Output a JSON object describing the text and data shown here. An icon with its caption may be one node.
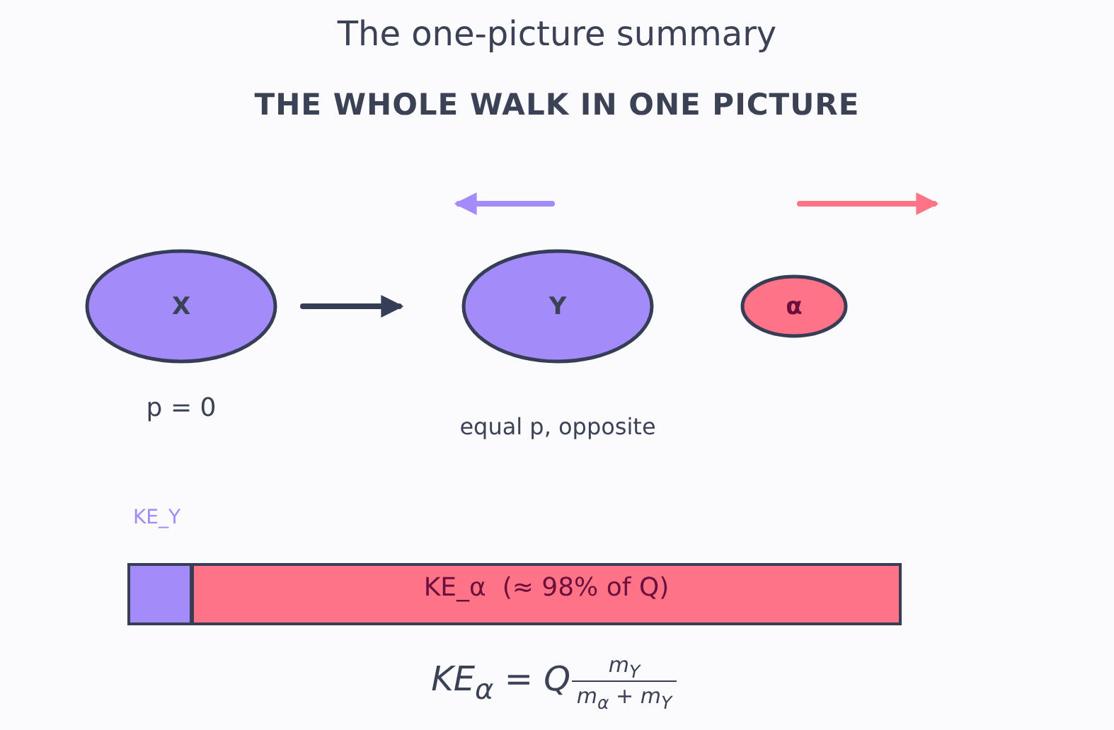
{
  "diagram": {
    "title": "The one-picture summary",
    "nodes": [
      {
        "text": [
          "X"
        ],
        "beside": [
          "p = 0"
        ]
      },
      {
        "text": [
          "Y"
        ],
        "beside": [
          "equal p, opposite"
        ]
      },
      {
        "text": [
          "α"
        ]
      },
      {
        "text": [
          "KE_Y"
        ]
      },
      {
        "text": [
          "KE_α  (≈ 98% of Q)"
        ]
      }
    ],
    "edges": [
      {
        "from": 0,
        "to": 1,
        "arrow": "to"
      }
    ],
    "labels": [
      "THE WHOLE WALK IN ONE PICTURE",
      "KE$_{α}$ = Q",
      "m$_{Y}$",
      "m$_{α}$ + m$_{Y}$"
    ]
  }
}
